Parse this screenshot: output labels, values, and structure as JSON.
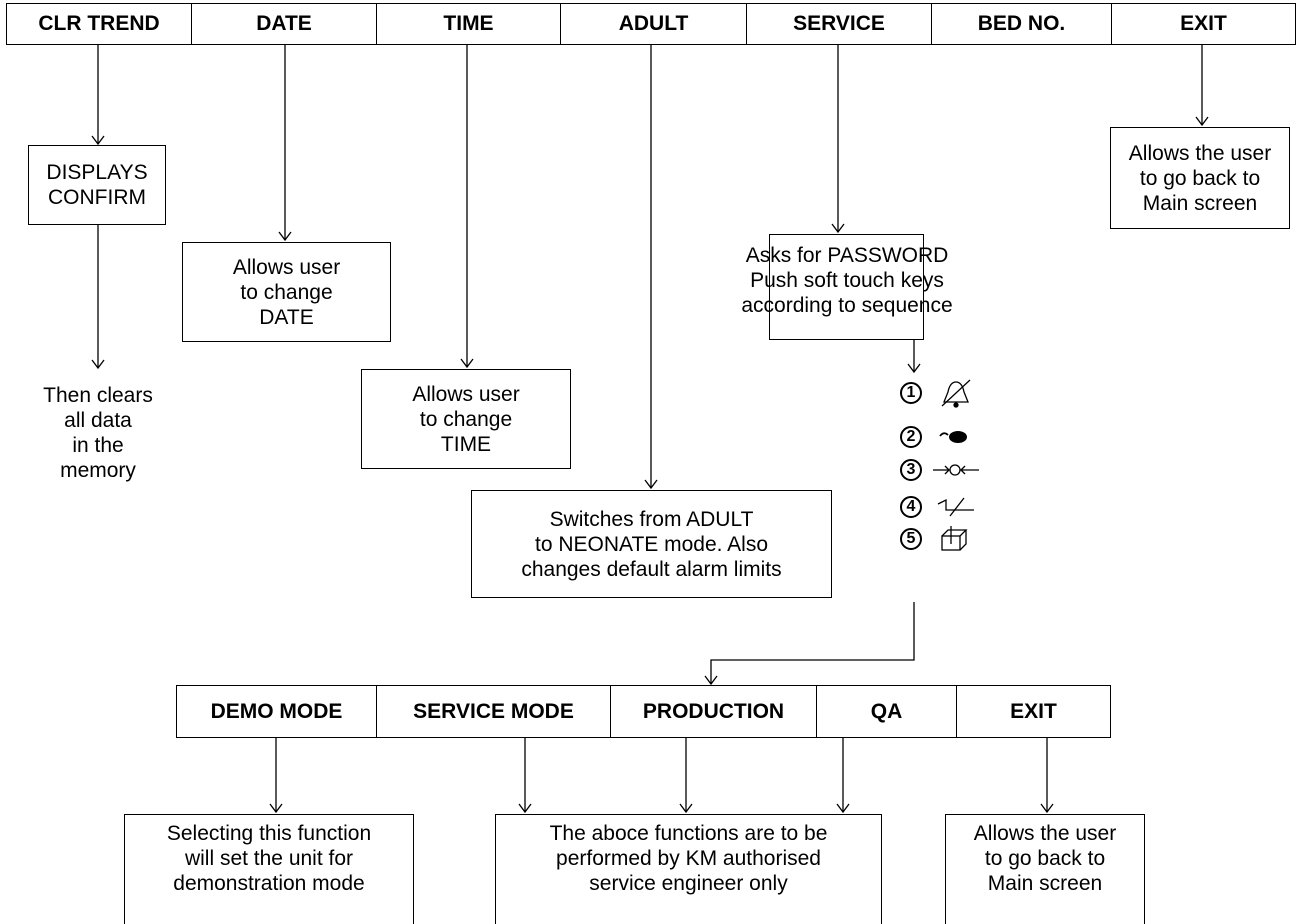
{
  "top_menu": {
    "items": [
      "CLR TREND",
      "DATE",
      "TIME",
      "ADULT",
      "SERVICE",
      "BED NO.",
      "EXIT"
    ]
  },
  "notes": {
    "clr_confirm": [
      "DISPLAYS",
      "CONFIRM"
    ],
    "clr_clears": [
      "Then clears",
      "all data",
      "in the",
      "memory"
    ],
    "date": [
      "Allows user",
      "to change",
      "DATE"
    ],
    "time": [
      "Allows user",
      "to change",
      "TIME"
    ],
    "adult": [
      "Switches from ADULT",
      "to NEONATE mode. Also",
      "changes default alarm limits"
    ],
    "service": [
      "Asks for PASSWORD",
      "Push soft touch keys",
      "according to sequence"
    ],
    "exit": [
      "Allows the user",
      "to go back to",
      "Main screen"
    ]
  },
  "password_sequence": [
    {
      "num": "1",
      "icon": "alarm-silence-icon"
    },
    {
      "num": "2",
      "icon": "blood-drop-icon"
    },
    {
      "num": "3",
      "icon": "arrows-to-circle-icon"
    },
    {
      "num": "4",
      "icon": "cuff-icon"
    },
    {
      "num": "5",
      "icon": "print-icon"
    }
  ],
  "service_menu": {
    "items": [
      "DEMO MODE",
      "SERVICE MODE",
      "PRODUCTION",
      "QA",
      "EXIT"
    ]
  },
  "service_notes": {
    "demo": [
      "Selecting this function",
      "will set the unit for",
      "demonstration mode"
    ],
    "authorised": [
      "The aboce functions are to be",
      "performed by KM authorised",
      "service engineer only"
    ],
    "exit": [
      "Allows the user",
      "to go back to",
      "Main screen"
    ]
  }
}
